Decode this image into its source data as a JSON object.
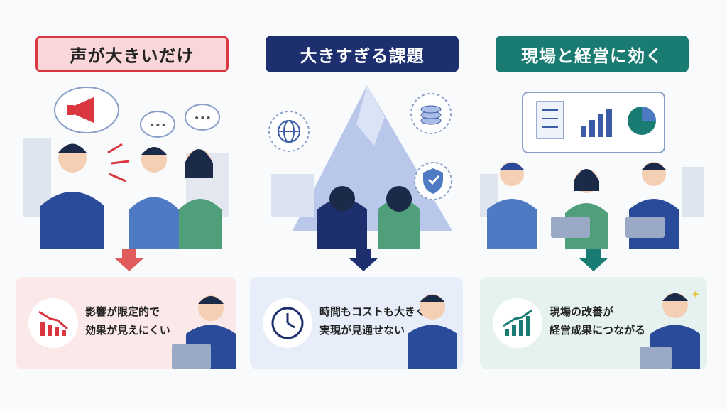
{
  "columns": [
    {
      "title": "声が大きいだけ",
      "line1": "影響が限定的で",
      "line2": "効果が見えにくい"
    },
    {
      "title": "大きすぎる課題",
      "line1": "時間もコストも大きく",
      "line2": "実現が見通せない"
    },
    {
      "title": "現場と経営に効く",
      "line1": "現場の改善が",
      "line2": "経営成果につながる"
    }
  ],
  "bubble": {
    "dots": "•••"
  },
  "colors": {
    "red": "#d9363f",
    "navy": "#1d2f6e",
    "teal": "#1a7b72",
    "suit": "#2a4a9a",
    "green": "#4fa07a"
  }
}
